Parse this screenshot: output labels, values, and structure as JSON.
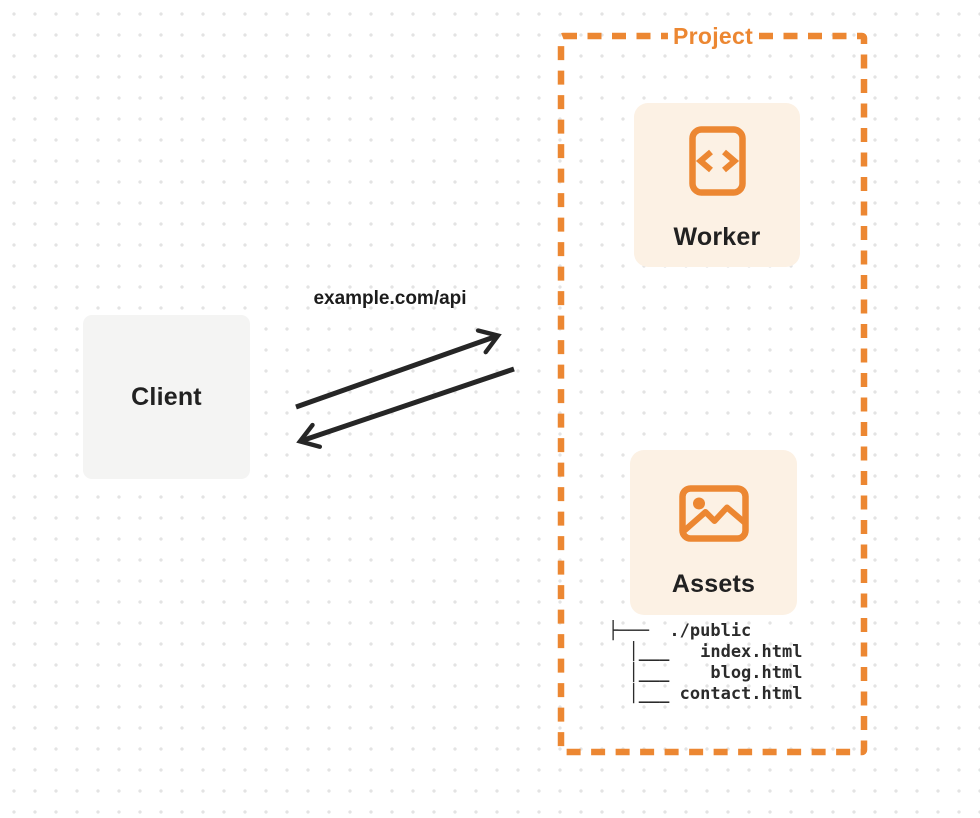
{
  "colors": {
    "accent_orange": "#ec8732",
    "card_cream": "#fcf1e4",
    "client_gray": "#f4f4f3",
    "arrow_dark": "#262626",
    "dot_grid": "#e3e3e3"
  },
  "client": {
    "label": "Client"
  },
  "connection": {
    "label": "example.com/api"
  },
  "project": {
    "label": "Project",
    "worker": {
      "label": "Worker",
      "icon": "code-brackets-icon"
    },
    "assets": {
      "label": "Assets",
      "icon": "image-icon"
    },
    "file_tree": {
      "root": "./public",
      "files": [
        "index.html",
        "blog.html",
        "contact.html"
      ],
      "lines": [
        "├───  ./public",
        "  │___   index.html",
        "  │___    blog.html",
        "  │___ contact.html"
      ]
    }
  }
}
